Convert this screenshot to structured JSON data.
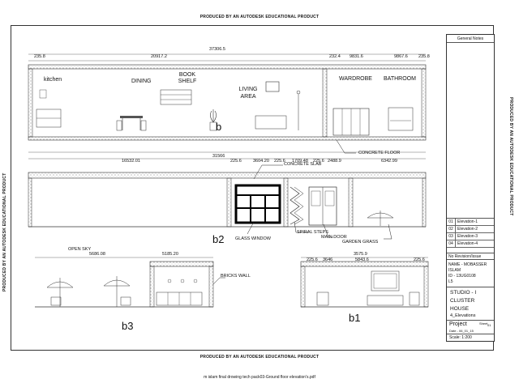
{
  "watermark": "PRODUCED BY AN AUTODESK EDUCATIONAL PRODUCT",
  "footer_caption": "m islam final drowing tech pack03-Ground floor elevation's.pdf",
  "elevation_b": {
    "letter": "b",
    "overall_dim": "37306.5",
    "dims": [
      "235.8",
      "20917.2",
      "232.4",
      "9831.6",
      "9867.6",
      "235.8"
    ],
    "rooms": [
      "kitchen",
      "DINING",
      "BOOK SHELF",
      "LIVING AREA",
      "WARDROBE",
      "BATHROOM"
    ],
    "callout": "CONCRETE FLOOR"
  },
  "elevation_b2": {
    "letter": "b2",
    "overall_dim": "31566",
    "dims": [
      "16532.01",
      "225.6",
      "3604.20",
      "225.6",
      "1709.48",
      "225.6",
      "2488.9",
      "6342.99"
    ],
    "callouts": [
      "CONCRETE SLAB",
      "GLASS WINDOW",
      "SPIRAL STEPS",
      "MAIN DOOR",
      "GARDEN GRASS"
    ]
  },
  "elevation_b3": {
    "letter": "b3",
    "dims": [
      "5686.08",
      "5185.20"
    ],
    "callouts": [
      "OPEN SKY",
      "BRICKS WALL"
    ]
  },
  "elevation_b1": {
    "letter": "b1",
    "dims": [
      "3575.9",
      "225.6",
      "3646",
      "5843.6",
      "225.6"
    ]
  },
  "title_block": {
    "heading": "General Notes",
    "elevations": [
      {
        "no": "01",
        "name": "Elevation-1"
      },
      {
        "no": "02",
        "name": "Elevation-2"
      },
      {
        "no": "03",
        "name": "Elevation-3"
      },
      {
        "no": "04",
        "name": "Elevation-4"
      }
    ],
    "revision_header": "No  Revision/Issue",
    "name_line": "NAME - MOBASSER ISLAM",
    "id_line": "ID  - 13UG0108",
    "id_line2": "L5",
    "studio": "STUDIO - I",
    "project_name": "CLUSTER HOUSE",
    "sheet_title": "4_Elevations",
    "project_label": "Project",
    "sheet_label": "Sheet",
    "sheet_no": "01",
    "date_line": "Date - 06_01_15",
    "scale_line": "Scale:  1:200"
  }
}
